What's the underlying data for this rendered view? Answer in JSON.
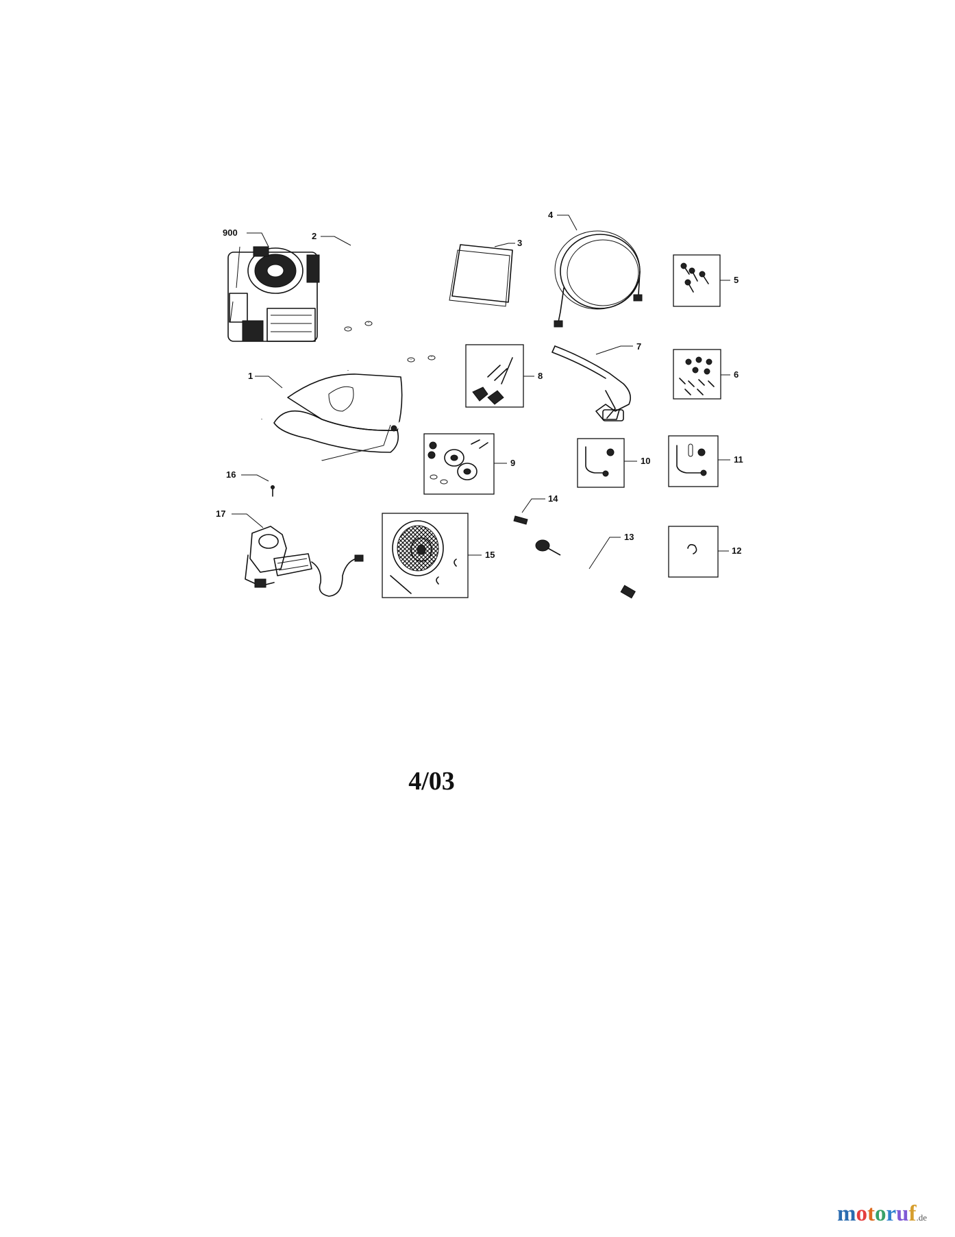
{
  "diagram": {
    "parts": [
      {
        "id": "p900",
        "label": "900"
      },
      {
        "id": "p1",
        "label": "1"
      },
      {
        "id": "p2",
        "label": "2"
      },
      {
        "id": "p3",
        "label": "3"
      },
      {
        "id": "p4",
        "label": "4"
      },
      {
        "id": "p5",
        "label": "5"
      },
      {
        "id": "p6",
        "label": "6"
      },
      {
        "id": "p7",
        "label": "7"
      },
      {
        "id": "p8",
        "label": "8"
      },
      {
        "id": "p9",
        "label": "9"
      },
      {
        "id": "p10",
        "label": "10"
      },
      {
        "id": "p11",
        "label": "11"
      },
      {
        "id": "p12",
        "label": "12"
      },
      {
        "id": "p13",
        "label": "13"
      },
      {
        "id": "p14",
        "label": "14"
      },
      {
        "id": "p15",
        "label": "15"
      },
      {
        "id": "p16",
        "label": "16"
      },
      {
        "id": "p17",
        "label": "17"
      }
    ]
  },
  "footer": {
    "date_code": "4/03"
  },
  "watermark": {
    "letters": [
      {
        "ch": "m",
        "color": "#2b6cb0"
      },
      {
        "ch": "o",
        "color": "#e53e3e"
      },
      {
        "ch": "t",
        "color": "#dd6b20"
      },
      {
        "ch": "o",
        "color": "#38a169"
      },
      {
        "ch": "r",
        "color": "#3182ce"
      },
      {
        "ch": "u",
        "color": "#805ad5"
      },
      {
        "ch": "f",
        "color": "#d69e2e"
      }
    ],
    "tld": ".de"
  }
}
